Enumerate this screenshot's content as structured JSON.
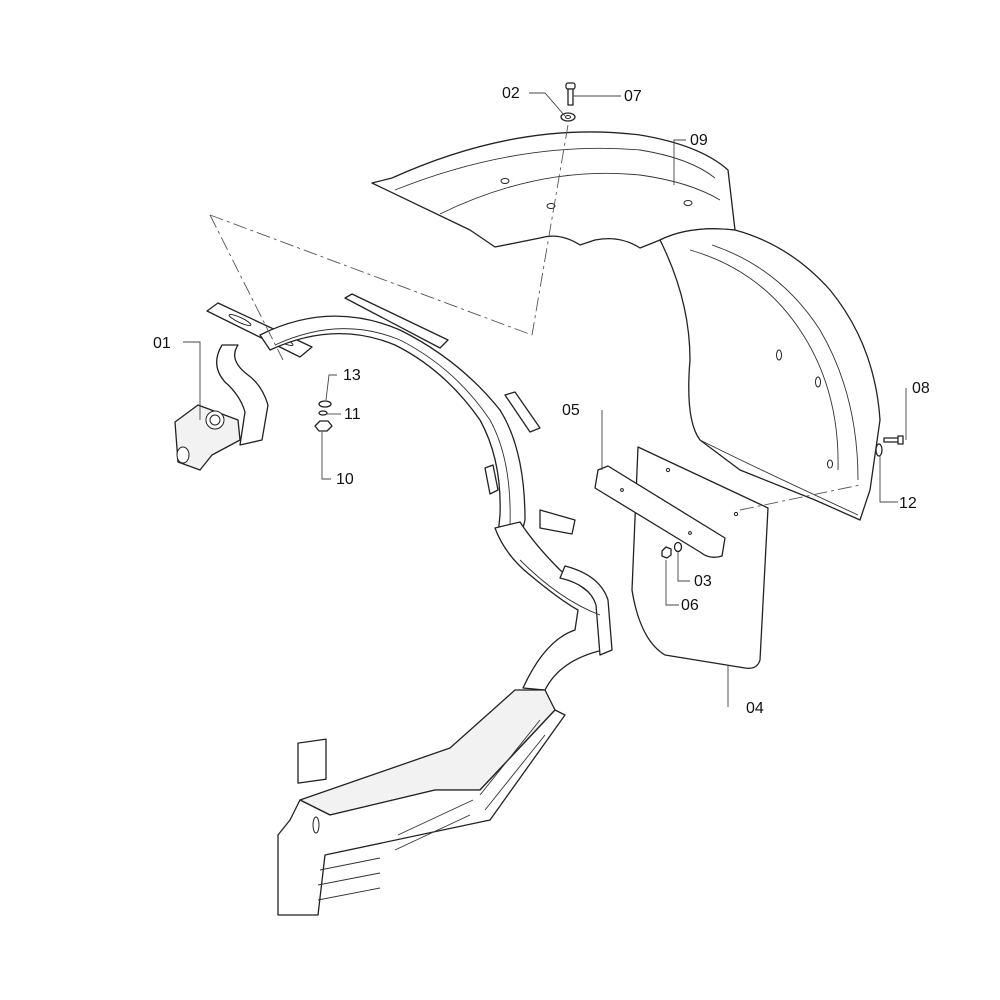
{
  "diagram": {
    "callouts": [
      {
        "id": "c01",
        "label": "01"
      },
      {
        "id": "c02",
        "label": "02"
      },
      {
        "id": "c03",
        "label": "03"
      },
      {
        "id": "c04",
        "label": "04"
      },
      {
        "id": "c05",
        "label": "05"
      },
      {
        "id": "c06",
        "label": "06"
      },
      {
        "id": "c07",
        "label": "07"
      },
      {
        "id": "c08",
        "label": "08"
      },
      {
        "id": "c09",
        "label": "09"
      },
      {
        "id": "c10",
        "label": "10"
      },
      {
        "id": "c11",
        "label": "11"
      },
      {
        "id": "c12",
        "label": "12"
      },
      {
        "id": "c13",
        "label": "13"
      }
    ]
  }
}
